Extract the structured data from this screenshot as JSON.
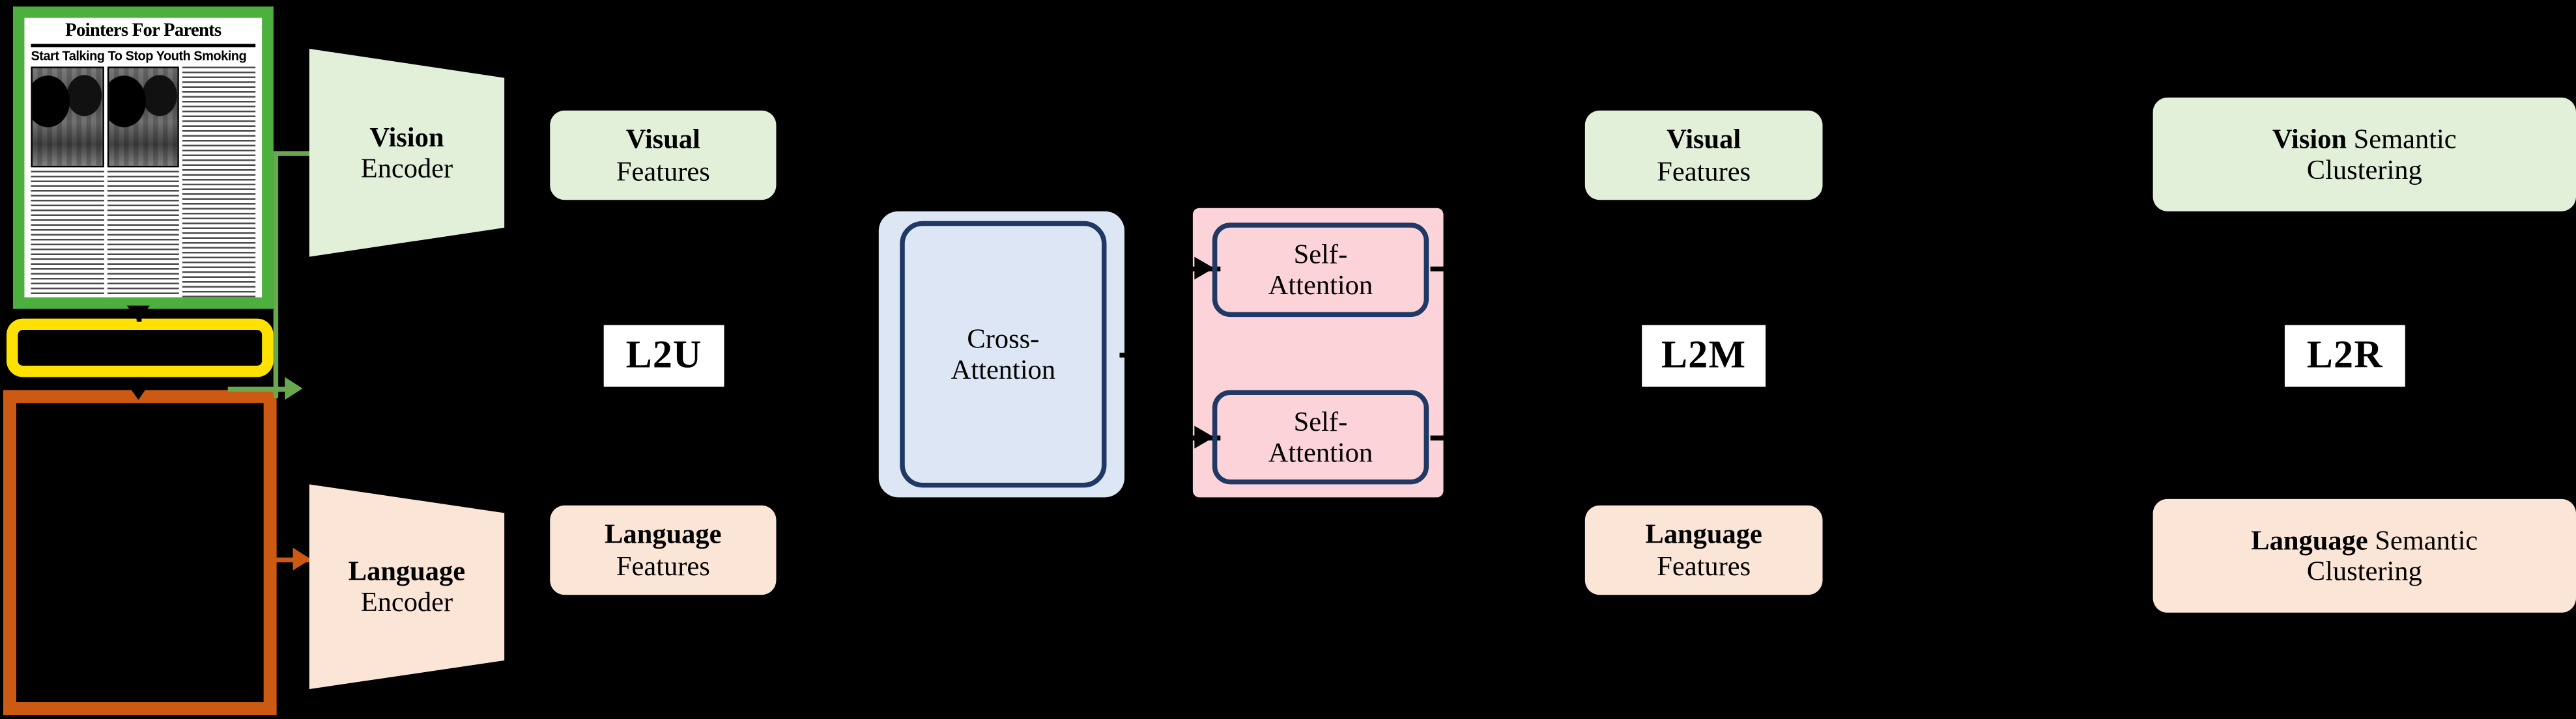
{
  "figure": {
    "background_color": "#000000",
    "accent_green": "#6AA84F",
    "accent_orange": "#CC5A12",
    "accent_yellow": "#FFE100",
    "box_green_fill": "#E2EFD9",
    "box_peach_fill": "#FBE5D6",
    "panel_blue_fill": "#DCE6F4",
    "panel_pink_fill": "#FBD3D9",
    "outline_navy": "#1F3864"
  },
  "document_thumbnail": {
    "title": "Pointers For Parents",
    "subtitle": "Start Talking To Stop Youth Smoking"
  },
  "encoders": {
    "vision": {
      "line1": "Vision",
      "line2": "Encoder"
    },
    "language": {
      "line1": "Language",
      "line2": "Encoder"
    }
  },
  "features_left": {
    "visual": {
      "line1": "Visual",
      "line2": "Features"
    },
    "language": {
      "line1": "Language",
      "line2": "Features"
    }
  },
  "features_right": {
    "visual": {
      "line1": "Visual",
      "line2": "Features"
    },
    "language": {
      "line1": "Language",
      "line2": "Features"
    }
  },
  "attention": {
    "cross": {
      "line1": "Cross-",
      "line2": "Attention"
    },
    "self_top": {
      "line1": "Self-",
      "line2": "Attention"
    },
    "self_bottom": {
      "line1": "Self-",
      "line2": "Attention"
    }
  },
  "clustering": {
    "vision": {
      "bold": "Vision",
      "rest": " Semantic",
      "line2": "Clustering"
    },
    "language": {
      "bold": "Language",
      "rest": " Semantic",
      "line2": "Clustering"
    }
  },
  "objectives": {
    "l2u": "L2U",
    "l2m": "L2M",
    "l2r": "L2R"
  }
}
